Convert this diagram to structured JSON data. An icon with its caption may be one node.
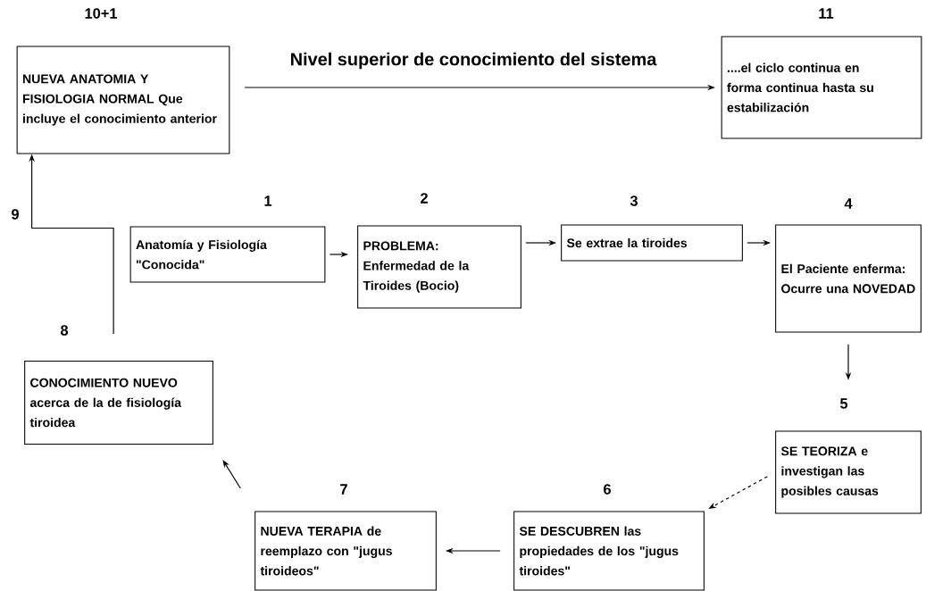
{
  "diagram": {
    "nodes": [
      {
        "text": [
          "NUEVA ANATOMIA Y FISIOLOGIA NORMAL Que incluye el conocimiento anterior"
        ],
        "beside": [
          "10+1"
        ]
      },
      {
        "text": [
          "....el ciclo continua en forma continua hasta su estabilización"
        ],
        "beside": [
          "11"
        ]
      },
      {
        "text": [
          "Anatomía y Fisiología \"Conocida\""
        ],
        "beside": [
          "1"
        ]
      },
      {
        "text": [
          "PROBLEMA: Enfermedad de la Tiroides (Bocio)"
        ],
        "beside": [
          "2"
        ]
      },
      {
        "text": [
          "Se extrae la tiroides"
        ],
        "beside": [
          "3"
        ]
      },
      {
        "text": [
          "El Paciente enferma: Ocurre una NOVEDAD"
        ],
        "beside": [
          "4"
        ]
      },
      {
        "text": [
          "SE TEORIZA e investigan las posibles causas"
        ],
        "beside": [
          "5"
        ]
      },
      {
        "text": [
          "SE DESCUBREN las propiedades de los \"jugus tiroides\""
        ],
        "beside": [
          "6"
        ]
      },
      {
        "text": [
          "NUEVA TERAPIA de reemplazo con \"jugus tiroideos\""
        ],
        "beside": [
          "7"
        ]
      },
      {
        "text": [
          "CONOCIMIENTO NUEVO acerca de la de fisiología tiroidea"
        ],
        "beside": [
          "8"
        ]
      }
    ],
    "edges": [
      {
        "from": 0,
        "to": 1,
        "arrow": "to",
        "label": "Nivel superior de conocimiento del sistema"
      },
      {
        "from": 2,
        "to": 3,
        "arrow": "to"
      },
      {
        "from": 3,
        "to": 4,
        "arrow": "to"
      },
      {
        "from": 4,
        "to": 5,
        "arrow": "to"
      },
      {
        "from": 5,
        "to": 6,
        "arrow": "to"
      },
      {
        "from": 6,
        "to": 7,
        "arrow": "to",
        "style": "dashed"
      },
      {
        "from": 7,
        "to": 8,
        "arrow": "to"
      },
      {
        "from": 8,
        "to": 9,
        "arrow": "to"
      },
      {
        "from": 9,
        "to": 0,
        "arrow": "to",
        "label": "9"
      }
    ]
  }
}
